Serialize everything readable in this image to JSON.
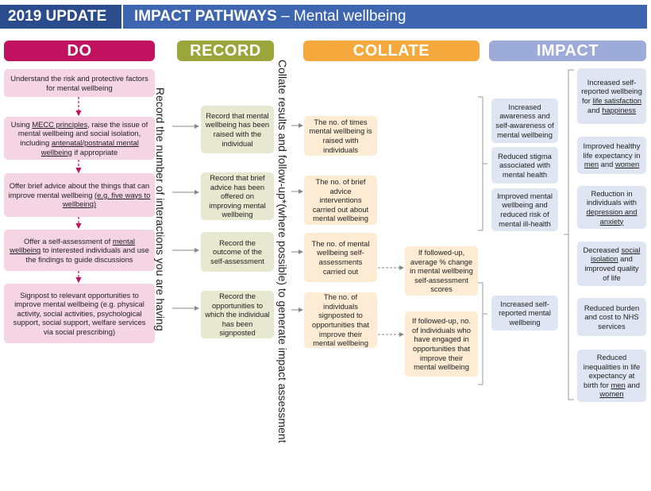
{
  "banner": {
    "year_label": "2019 UPDATE",
    "title_bold": "IMPACT PATHWAYS",
    "title_rest": " – Mental wellbeing"
  },
  "colors": {
    "do": "#c0125f",
    "record": "#9aa63a",
    "collate": "#f5a93c",
    "impact": "#9dabd9",
    "banner_dark": "#2a4b8c",
    "banner_light": "#3d65b0"
  },
  "headers": {
    "do": "DO",
    "record": "RECORD",
    "collate": "COLLATE",
    "impact": "IMPACT"
  },
  "vertical_labels": {
    "record_side": "Record the number of interactions you are having",
    "collate_side": "Collate results and follow-up*(where possible) to generate impact assessment"
  },
  "do_boxes": [
    {
      "pre": "Understand the risk and protective factors for mental wellbeing",
      "u1": "",
      "mid": "",
      "u2": "",
      "post": ""
    },
    {
      "pre": "Using ",
      "u1": "MECC principles",
      "mid": ", raise the issue of mental wellbeing and social isolation, including ",
      "u2": "antenatal/postnatal mental wellbeing",
      "post": " if appropriate"
    },
    {
      "pre": "Offer brief advice about the things that can improve mental wellbeing ",
      "u1": "(e.g. five ways to wellbeing)",
      "mid": "",
      "u2": "",
      "post": ""
    },
    {
      "pre": "Offer a self-assessment of ",
      "u1": "mental wellbeing",
      "mid": " to interested individuals and use the findings to guide discussions",
      "u2": "",
      "post": ""
    },
    {
      "pre": "Signpost to relevant opportunities to improve mental wellbeing (e.g. physical activity, social activities, psychological support, social support, welfare services via social prescribing)",
      "u1": "",
      "mid": "",
      "u2": "",
      "post": ""
    }
  ],
  "record_boxes": [
    "Record that mental wellbeing has been raised with the individual",
    "Record that brief advice has been offered on improving mental wellbeing",
    "Record the outcome of the self-assessment",
    "Record the opportunities to which the individual has been signposted"
  ],
  "collate_boxes": [
    "The no. of times mental wellbeing is raised with individuals",
    "The no. of brief advice interventions carried out about mental wellbeing",
    "The no. of mental wellbeing self-assessments carried out",
    "The no. of individuals signposted to opportunities that improve their mental wellbeing"
  ],
  "followup_boxes": [
    "If followed-up, average % change in mental wellbeing self-assessment scores",
    "If followed-up, no. of individuals who have engaged in opportunities that improve their mental wellbeing"
  ],
  "impact_mid": [
    "Increased awareness and self-awareness of mental wellbeing",
    "Reduced stigma associated with mental health",
    "Improved mental wellbeing and reduced risk of mental ill-health",
    "Increased self-reported mental wellbeing"
  ],
  "impact_right": [
    {
      "pre": "Increased self-reported wellbeing for ",
      "u1": "life satisfaction",
      "mid": " and ",
      "u2": "happiness",
      "post": ""
    },
    {
      "pre": "Improved healthy life expectancy in ",
      "u1": "men",
      "mid": " and ",
      "u2": "women",
      "post": ""
    },
    {
      "pre": "Reduction in individuals with ",
      "u1": "depression and anxiety",
      "mid": "",
      "u2": "",
      "post": ""
    },
    {
      "pre": "Decreased ",
      "u1": "social isolation",
      "mid": " and improved quality of life",
      "u2": "",
      "post": ""
    },
    {
      "pre": "Reduced burden and cost to NHS services",
      "u1": "",
      "mid": "",
      "u2": "",
      "post": ""
    },
    {
      "pre": "Reduced inequalities in life expectancy at birth for ",
      "u1": "men",
      "mid": " and ",
      "u2": "women",
      "post": ""
    }
  ]
}
